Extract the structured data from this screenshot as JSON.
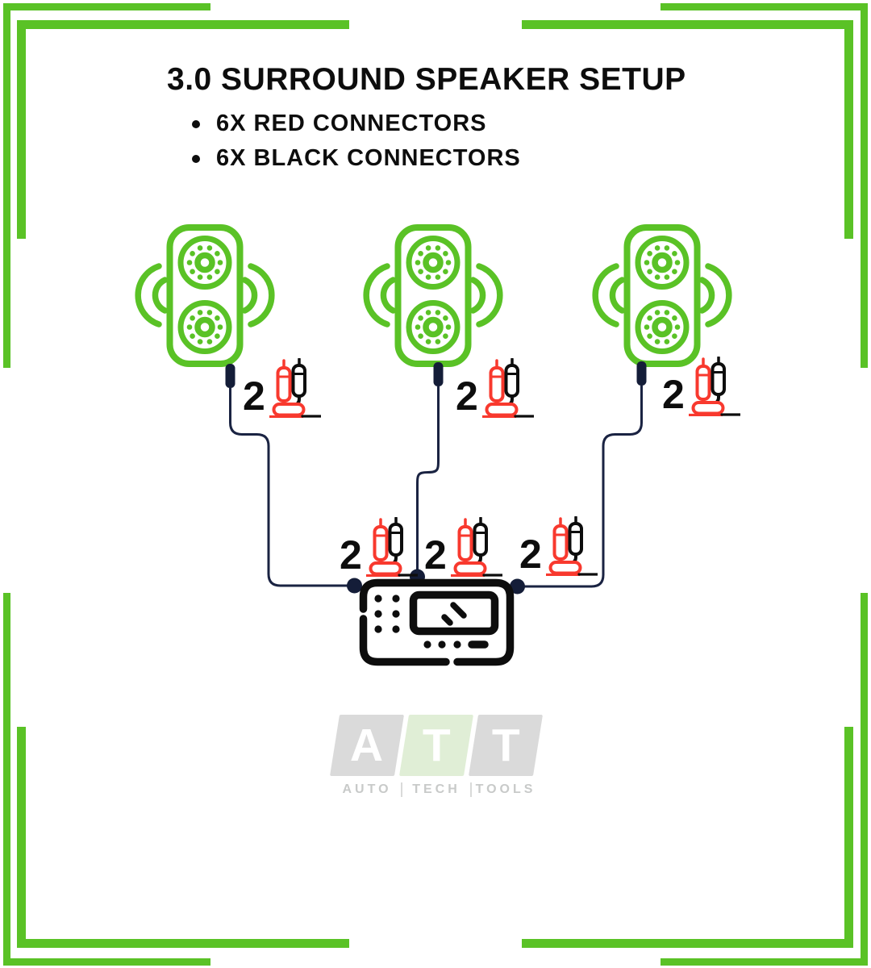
{
  "header": {
    "title": "3.0 SURROUND SPEAKER SETUP",
    "bullets": [
      {
        "label": "6X RED CONNECTORS"
      },
      {
        "label": "6X BLACK CONNECTORS"
      }
    ]
  },
  "connectors": {
    "top": [
      {
        "count": "2"
      },
      {
        "count": "2"
      },
      {
        "count": "2"
      }
    ],
    "bottom": [
      {
        "count": "2"
      },
      {
        "count": "2"
      },
      {
        "count": "2"
      }
    ]
  },
  "icons": [
    "speaker-icon",
    "sound-waves-icon",
    "banana-connectors-icon",
    "speaker-plug-icon",
    "receiver-icon",
    "wire-junction-dot"
  ],
  "colors": {
    "frame_green": "#5ac226",
    "speaker_green": "#5ac226",
    "connector_red": "#f8392e",
    "connector_black": "#0d0d0d",
    "wire_navy": "#1a2342",
    "logo_gray": "#d9d9d9",
    "logo_green": "#dfeed4",
    "logo_text_gray": "#c6c8c7"
  },
  "logo": {
    "blocks": [
      {
        "letter": "A"
      },
      {
        "letter": "T"
      },
      {
        "letter": "T"
      }
    ],
    "words": [
      {
        "label": "AUTO"
      },
      {
        "label": "TECH"
      },
      {
        "label": "TOOLS"
      }
    ]
  }
}
